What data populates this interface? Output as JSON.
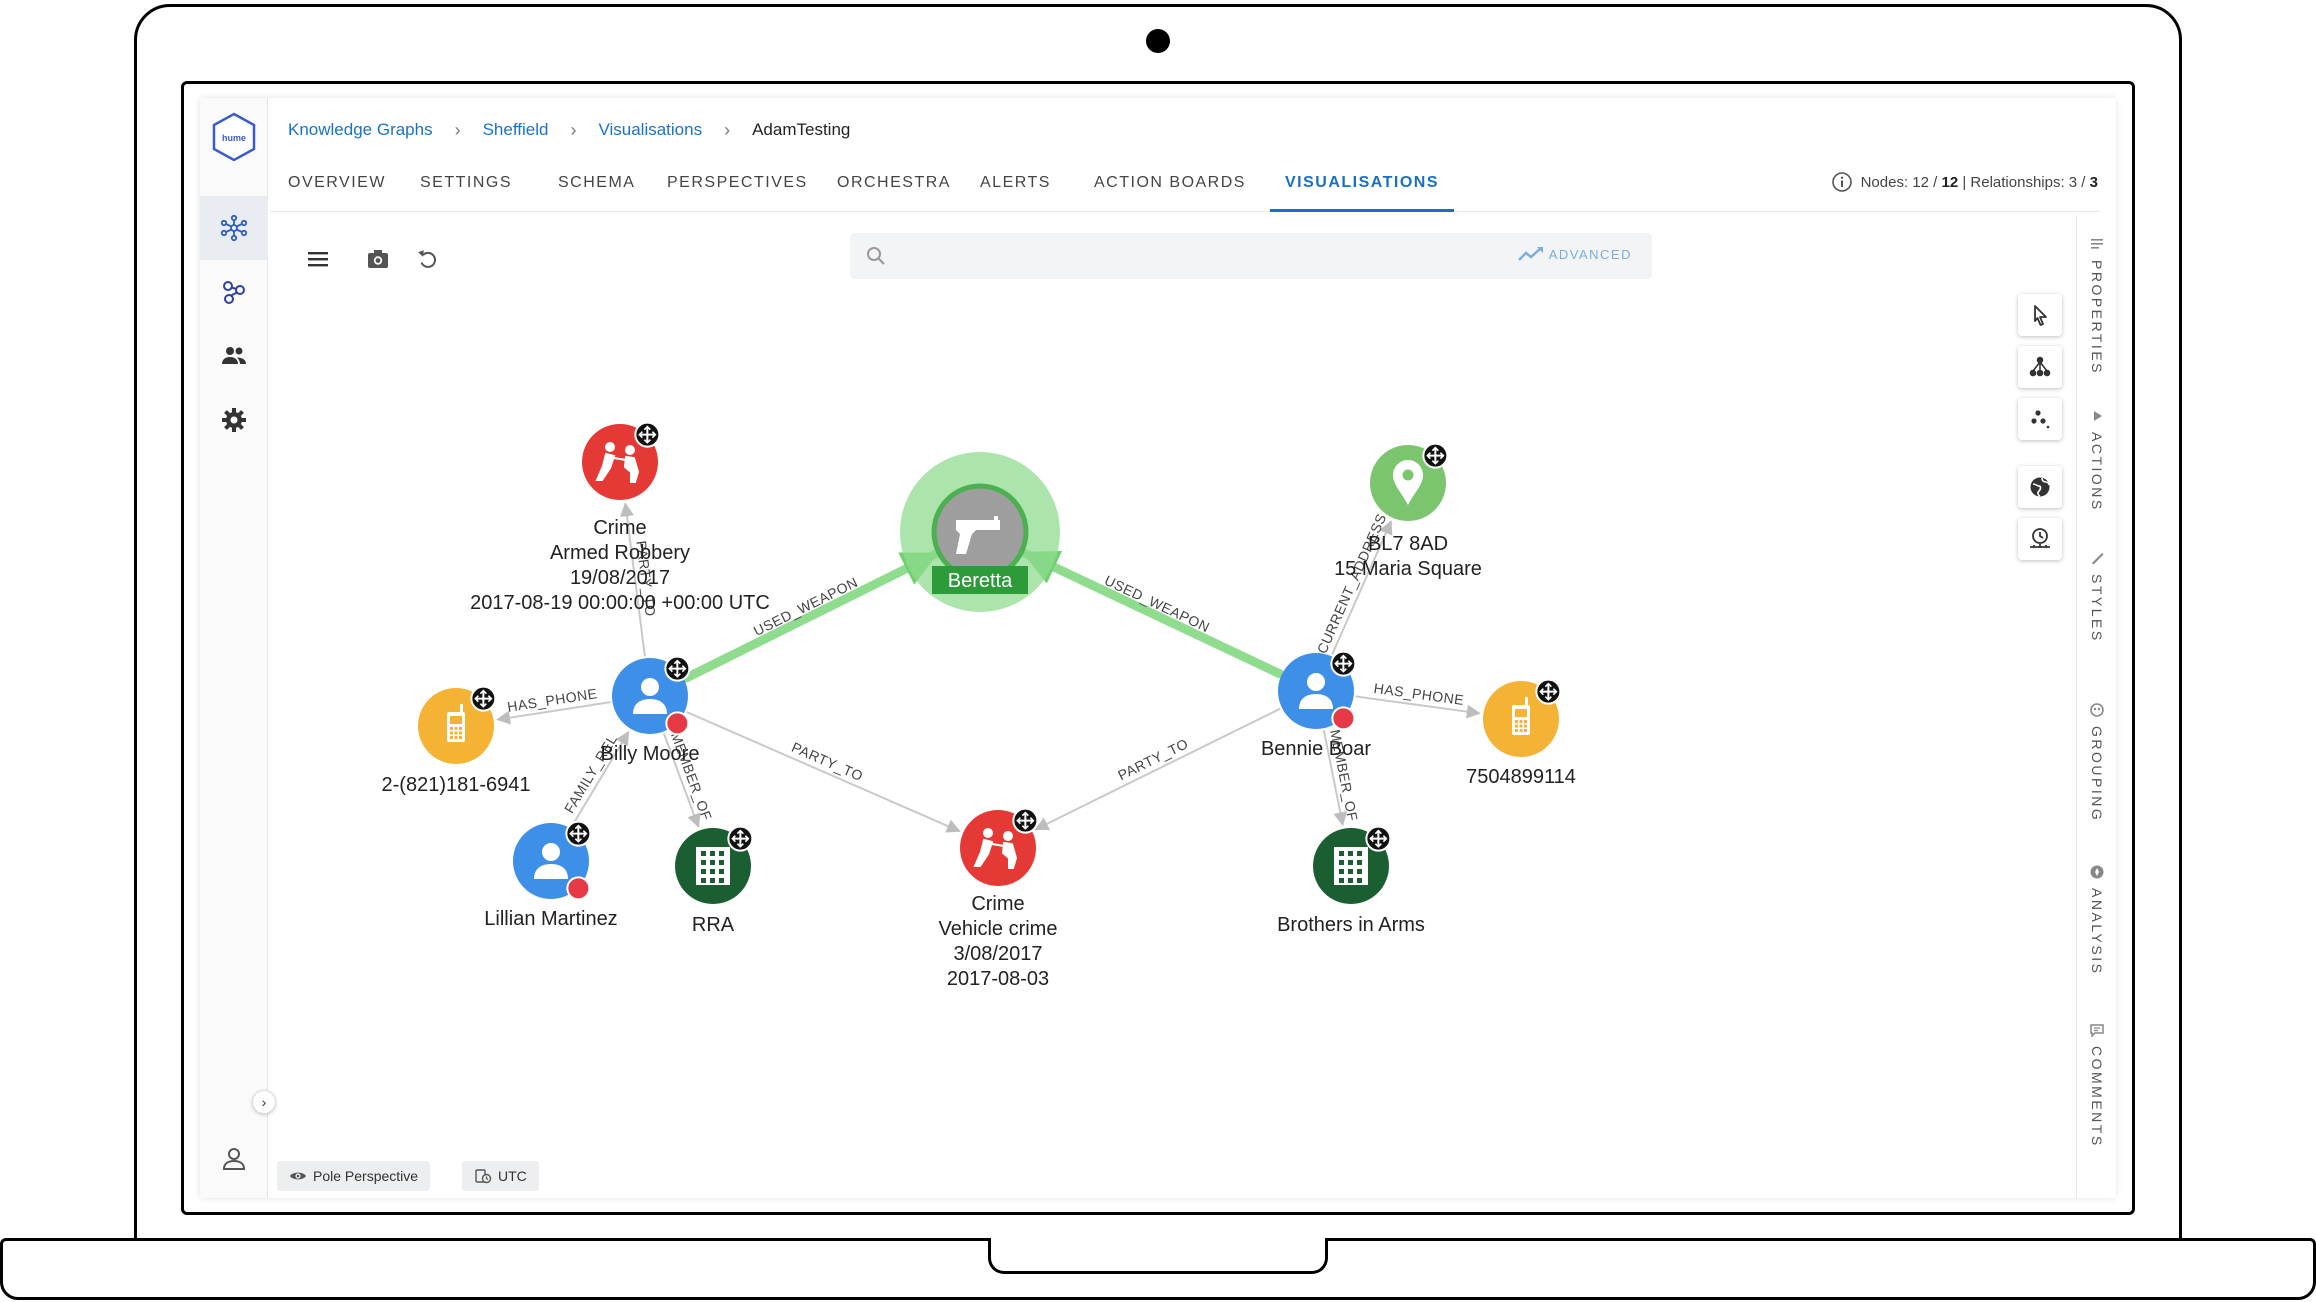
{
  "breadcrumb": {
    "items": [
      "Knowledge Graphs",
      "Sheffield",
      "Visualisations"
    ],
    "current": "AdamTesting"
  },
  "logo": {
    "text": "hume"
  },
  "tabs": [
    "OVERVIEW",
    "SETTINGS",
    "SCHEMA",
    "PERSPECTIVES",
    "ORCHESTRA",
    "ALERTS",
    "ACTION BOARDS",
    "VISUALISATIONS"
  ],
  "active_tab": "VISUALISATIONS",
  "counts": {
    "nodes_label": "Nodes:",
    "nodes_shown": "12",
    "nodes_total": "12",
    "rel_label": "Relationships:",
    "rel_shown": "3",
    "rel_total": "3"
  },
  "search": {
    "placeholder": "",
    "advanced_label": "ADVANCED"
  },
  "side_panel": [
    "PROPERTIES",
    "ACTIONS",
    "STYLES",
    "GROUPING",
    "ANALYSIS",
    "COMMENTS"
  ],
  "footer": {
    "perspective": "Pole Perspective",
    "timezone": "UTC"
  },
  "colors": {
    "accent": "#1a6fc4",
    "person": "#3d8fe8",
    "crime": "#e53935",
    "phone": "#f5b335",
    "location": "#7cc56f",
    "organisation": "#1b5e32",
    "weapon_highlight": "#8fdc8f"
  },
  "graph": {
    "nodes": [
      {
        "id": "crime1",
        "type": "crime",
        "icon": "crime-icon",
        "lines": [
          "Crime",
          "Armed Robbery",
          "19/08/2017",
          "2017-08-19 00:00:00 +00:00 UTC"
        ]
      },
      {
        "id": "beretta",
        "type": "weapon",
        "icon": "gun-icon",
        "lines": [
          "Beretta"
        ]
      },
      {
        "id": "address",
        "type": "location",
        "icon": "location-pin-icon",
        "lines": [
          "BL7 8AD",
          "15 Maria Square"
        ]
      },
      {
        "id": "billy",
        "type": "person",
        "icon": "person-icon",
        "lines": [
          "Billy Moore"
        ]
      },
      {
        "id": "bennie",
        "type": "person",
        "icon": "person-icon",
        "lines": [
          "Bennie Boar"
        ]
      },
      {
        "id": "phone1",
        "type": "phone",
        "icon": "phone-icon",
        "lines": [
          "2-(821)181-6941"
        ]
      },
      {
        "id": "phone2",
        "type": "phone",
        "icon": "phone-icon",
        "lines": [
          "7504899114"
        ]
      },
      {
        "id": "lillian",
        "type": "person",
        "icon": "person-icon",
        "lines": [
          "Lillian Martinez"
        ]
      },
      {
        "id": "rra",
        "type": "organisation",
        "icon": "building-icon",
        "lines": [
          "RRA"
        ]
      },
      {
        "id": "crime2",
        "type": "crime",
        "icon": "crime-icon",
        "lines": [
          "Crime",
          "Vehicle crime",
          "3/08/2017",
          "2017-08-03"
        ]
      },
      {
        "id": "brothers",
        "type": "organisation",
        "icon": "building-icon",
        "lines": [
          "Brothers in Arms"
        ]
      }
    ],
    "edges": [
      {
        "from": "billy",
        "to": "beretta",
        "label": "USED_WEAPON",
        "highlight": true
      },
      {
        "from": "bennie",
        "to": "beretta",
        "label": "USED_WEAPON",
        "highlight": true
      },
      {
        "from": "billy",
        "to": "crime1",
        "label": "PARTY_TO"
      },
      {
        "from": "billy",
        "to": "phone1",
        "label": "HAS_PHONE"
      },
      {
        "from": "lillian",
        "to": "billy",
        "label": "FAMILY_REL"
      },
      {
        "from": "billy",
        "to": "rra",
        "label": "MEMBER_OF"
      },
      {
        "from": "billy",
        "to": "crime2",
        "label": "PARTY_TO"
      },
      {
        "from": "bennie",
        "to": "crime2",
        "label": "PARTY_TO"
      },
      {
        "from": "bennie",
        "to": "address",
        "label": "CURRENT_ADDRESS"
      },
      {
        "from": "bennie",
        "to": "phone2",
        "label": "HAS_PHONE"
      },
      {
        "from": "bennie",
        "to": "brothers",
        "label": "MEMBER_OF"
      }
    ]
  }
}
